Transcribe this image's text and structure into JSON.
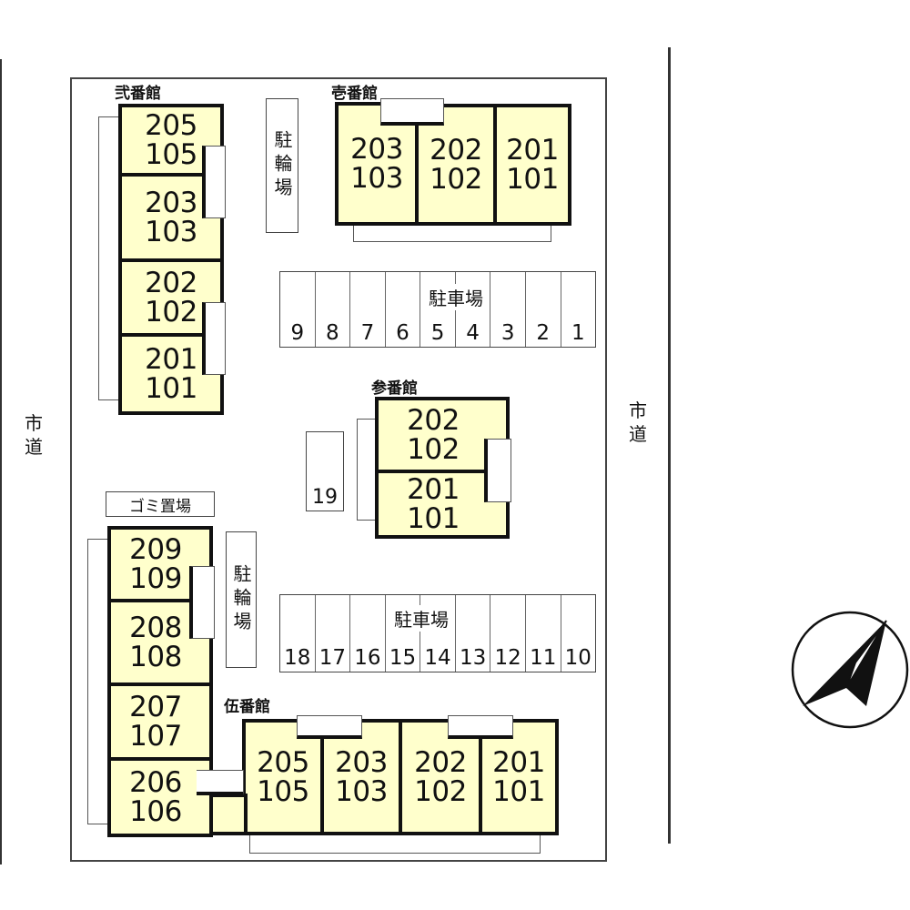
{
  "roads": {
    "left": "市道",
    "right": "市道"
  },
  "buildings": {
    "ichi": {
      "label": "壱番館",
      "units": [
        [
          "203",
          "103"
        ],
        [
          "202",
          "102"
        ],
        [
          "201",
          "101"
        ]
      ]
    },
    "ni": {
      "label": "弐番館",
      "units": [
        [
          "205",
          "105"
        ],
        [
          "203",
          "103"
        ],
        [
          "202",
          "102"
        ],
        [
          "201",
          "101"
        ]
      ]
    },
    "san": {
      "label": "参番館",
      "units": [
        [
          "202",
          "102"
        ],
        [
          "201",
          "101"
        ]
      ]
    },
    "go": {
      "label": "伍番館",
      "units": [
        [
          "205",
          "105"
        ],
        [
          "203",
          "103"
        ],
        [
          "202",
          "102"
        ],
        [
          "201",
          "101"
        ]
      ]
    },
    "west": {
      "units": [
        [
          "209",
          "109"
        ],
        [
          "208",
          "108"
        ],
        [
          "207",
          "107"
        ],
        [
          "206",
          "106"
        ]
      ]
    }
  },
  "bicycle_parking": {
    "label": "駐輪場"
  },
  "parking": {
    "label": "駐車場",
    "row1": [
      "9",
      "8",
      "7",
      "6",
      "5",
      "4",
      "3",
      "2",
      "1"
    ],
    "row2": [
      "18",
      "17",
      "16",
      "15",
      "14",
      "13",
      "12",
      "11",
      "10"
    ],
    "single": "19"
  },
  "garbage": "ゴミ置場",
  "colors": {
    "unit_fill": "#ffffcc",
    "outline": "#111111"
  },
  "compass": {
    "icon": "north-arrow-icon"
  }
}
